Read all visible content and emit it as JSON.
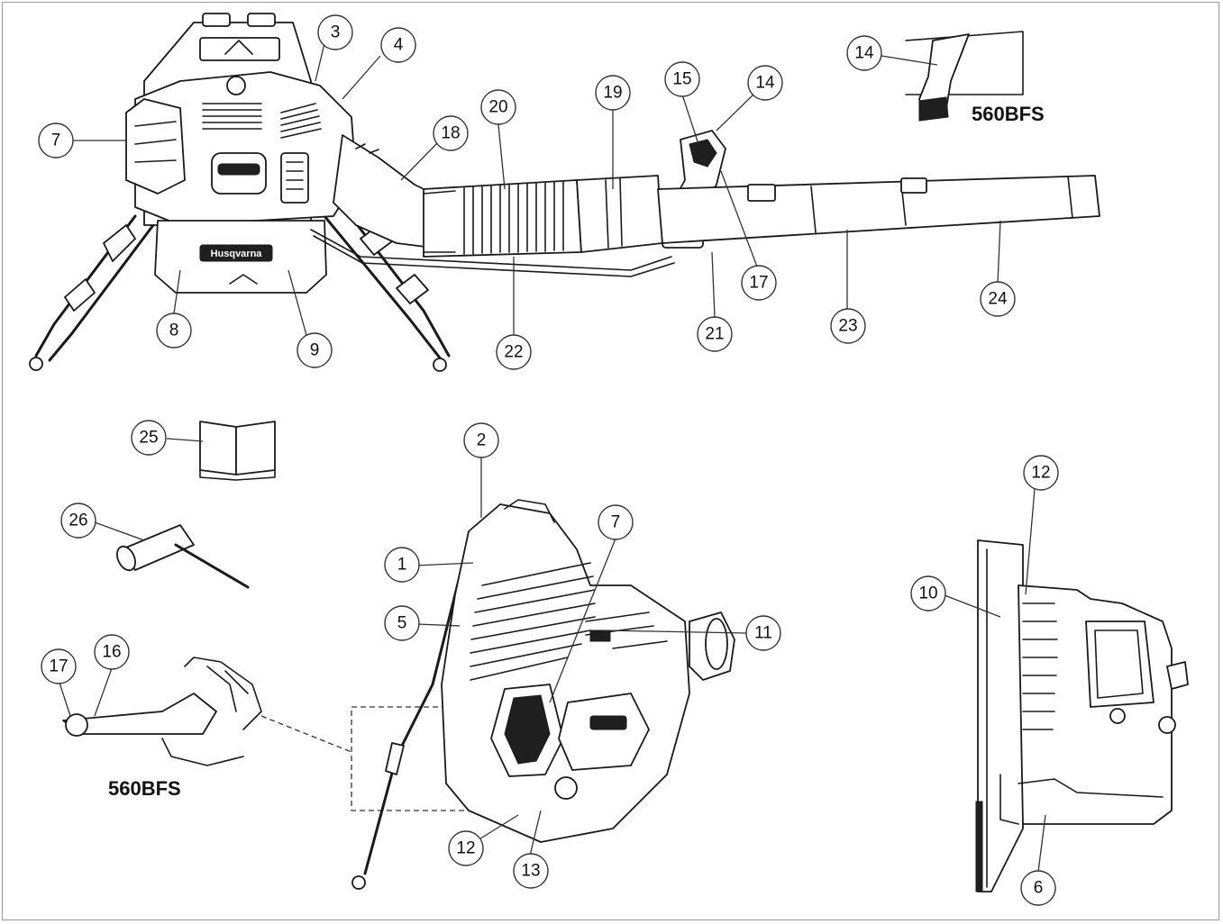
{
  "model_labels": {
    "nozzle_variant": "560BFS",
    "handle_variant": "560BFS"
  },
  "brand": {
    "front_badge": "Husqvarna"
  },
  "callouts": [
    {
      "id": "c1",
      "text": "1"
    },
    {
      "id": "c2",
      "text": "2"
    },
    {
      "id": "c3",
      "text": "3"
    },
    {
      "id": "c4",
      "text": "4"
    },
    {
      "id": "c5",
      "text": "5"
    },
    {
      "id": "c6",
      "text": "6"
    },
    {
      "id": "c7a",
      "text": "7"
    },
    {
      "id": "c7b",
      "text": "7"
    },
    {
      "id": "c8",
      "text": "8"
    },
    {
      "id": "c9",
      "text": "9"
    },
    {
      "id": "c10",
      "text": "10"
    },
    {
      "id": "c11",
      "text": "11"
    },
    {
      "id": "c12a",
      "text": "12"
    },
    {
      "id": "c12b",
      "text": "12"
    },
    {
      "id": "c13",
      "text": "13"
    },
    {
      "id": "c14a",
      "text": "14"
    },
    {
      "id": "c14b",
      "text": "14"
    },
    {
      "id": "c15",
      "text": "15"
    },
    {
      "id": "c16",
      "text": "16"
    },
    {
      "id": "c17a",
      "text": "17"
    },
    {
      "id": "c17b",
      "text": "17"
    },
    {
      "id": "c18",
      "text": "18"
    },
    {
      "id": "c19",
      "text": "19"
    },
    {
      "id": "c20",
      "text": "20"
    },
    {
      "id": "c21",
      "text": "21"
    },
    {
      "id": "c22",
      "text": "22"
    },
    {
      "id": "c23",
      "text": "23"
    },
    {
      "id": "c24",
      "text": "24"
    },
    {
      "id": "c25",
      "text": "25"
    },
    {
      "id": "c26",
      "text": "26"
    }
  ]
}
